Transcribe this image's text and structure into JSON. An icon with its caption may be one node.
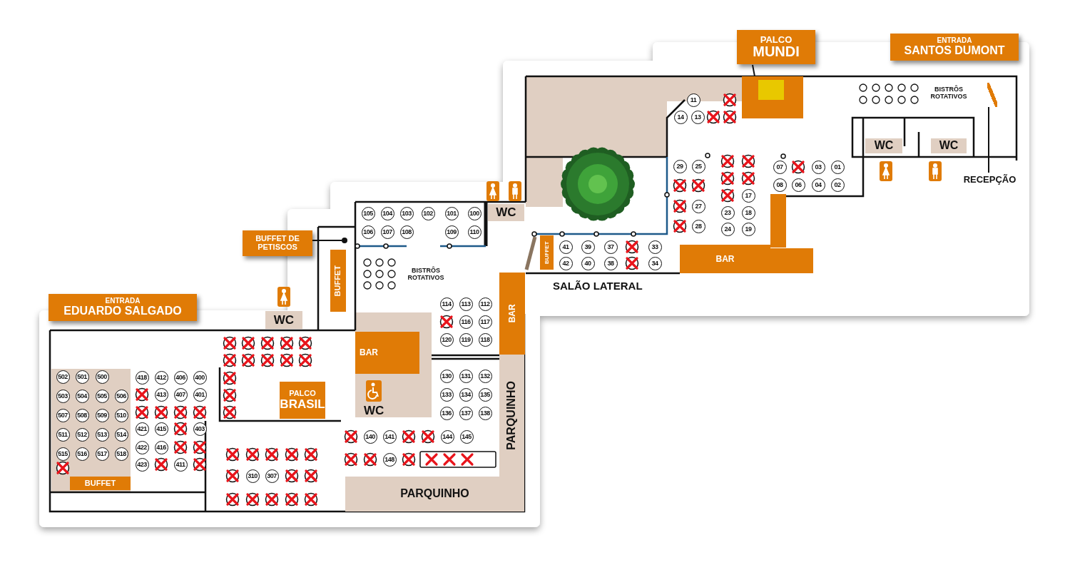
{
  "diagram": {
    "nodes": [
      {
        "text": [
          "PALCO",
          "MUNDI"
        ]
      },
      {
        "text": [
          "ENTRADA",
          "SANTOS DUMONT"
        ]
      },
      {
        "text": [
          "BUFFET DE PETISCOS"
        ]
      },
      {
        "text": [
          "ENTRADA",
          "EDUARDO SALGADO"
        ]
      },
      {
        "text": [],
        "shape": "box"
      },
      {
        "text": [],
        "shape": "circle"
      },
      {
        "text": [
          "RECEPÇÃO"
        ]
      },
      {
        "text": [],
        "shape": "bar"
      },
      {
        "text": [
          "WC"
        ]
      },
      {
        "text": [
          "WC"
        ]
      },
      {
        "text": [
          "WC"
        ]
      },
      {
        "text": [
          "WC"
        ]
      },
      {
        "text": [
          "BAR"
        ]
      },
      {
        "text": [
          "BUFFET"
        ]
      },
      {
        "text": [
          "BUFFET"
        ]
      },
      {
        "text": [
          "BAR"
        ]
      },
      {
        "text": [
          "BAR"
        ]
      },
      {
        "text": [
          "PALCO",
          "BRASIL"
        ]
      },
      {
        "text": [
          "PARQUINHO"
        ]
      },
      {
        "text": [
          "PARQUINHO"
        ]
      },
      {
        "text": [
          "BUFFET"
        ]
      }
    ],
    "edges": [
      {
        "from": 0,
        "to": 4,
        "arrow": "none"
      },
      {
        "from": 2,
        "to": 5,
        "arrow": "none"
      },
      {
        "from": 6,
        "to": 7,
        "arrow": "none"
      }
    ],
    "labels": [
      "BISTRÔS ROTATIVOS",
      "11",
      "14",
      "13",
      "29",
      "25",
      "07",
      "03",
      "01",
      "08",
      "06",
      "04",
      "02",
      "17",
      "27",
      "23",
      "18",
      "28",
      "24",
      "19",
      "41",
      "39",
      "37",
      "33",
      "42",
      "40",
      "38",
      "34",
      "SALÃO LATERAL",
      "105",
      "104",
      "103",
      "102",
      "101",
      "100",
      "106",
      "107",
      "108",
      "109",
      "110",
      "BISTRÔS ROTATIVOS",
      "114",
      "113",
      "112",
      "116",
      "117",
      "120",
      "119",
      "118",
      "130",
      "131",
      "132",
      "133",
      "134",
      "135",
      "136",
      "137",
      "138",
      "WC",
      "140",
      "141",
      "144",
      "145",
      "148",
      "502",
      "501",
      "500",
      "503",
      "504",
      "505",
      "506",
      "507",
      "508",
      "509",
      "510",
      "511",
      "512",
      "513",
      "514",
      "515",
      "516",
      "517",
      "518",
      "418",
      "412",
      "406",
      "400",
      "413",
      "407",
      "401",
      "421",
      "415",
      "403",
      "422",
      "416",
      "423",
      "411",
      "310",
      "307"
    ]
  }
}
